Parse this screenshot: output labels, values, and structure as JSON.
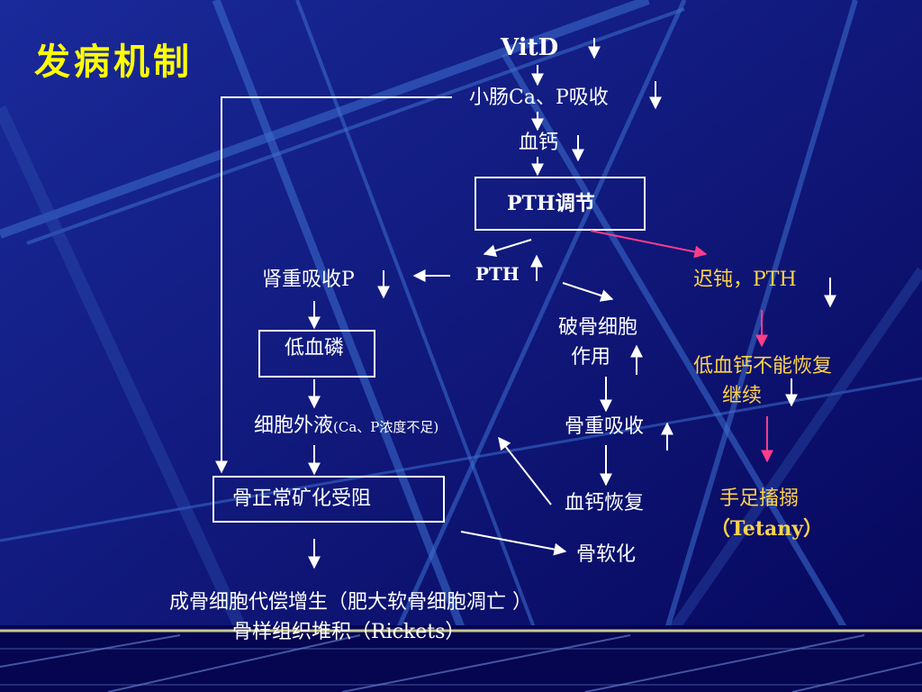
{
  "title": "发病机制",
  "nodes": {
    "vitd": "VitD",
    "intestine": "小肠Ca、P吸收",
    "blood_ca": "血钙",
    "pth_reg": "PTH调节",
    "pth": "PTH",
    "renal": "肾重吸收P",
    "low_p": "低血磷",
    "osteoclast_line1": "破骨细胞",
    "osteoclast_line2": "作用",
    "ecf_main": "细胞外液",
    "ecf_note": "(Ca、P浓度不足)",
    "bone_resorb": "骨重吸收",
    "mineral_block": "骨正常矿化受阻",
    "blood_ca_recover": "血钙恢复",
    "osteomalacia": "骨软化",
    "sluggish_pth": "迟钝，PTH",
    "low_ca_line1": "低血钙不能恢复",
    "low_ca_line2": "继续",
    "tetany_line1": "手足搐搦",
    "tetany_line2": "（Tetany）",
    "bottom_line1": "成骨细胞代偿增生（肥大软骨细胞凋亡 ）",
    "bottom_line2": "骨样组织堆积（Rickets）"
  },
  "colors": {
    "background": "#0a0a6e",
    "text": "#ffffff",
    "title": "#ffff00",
    "highlight": "#ffd24a",
    "pink_arrow": "#ff3c8c"
  }
}
